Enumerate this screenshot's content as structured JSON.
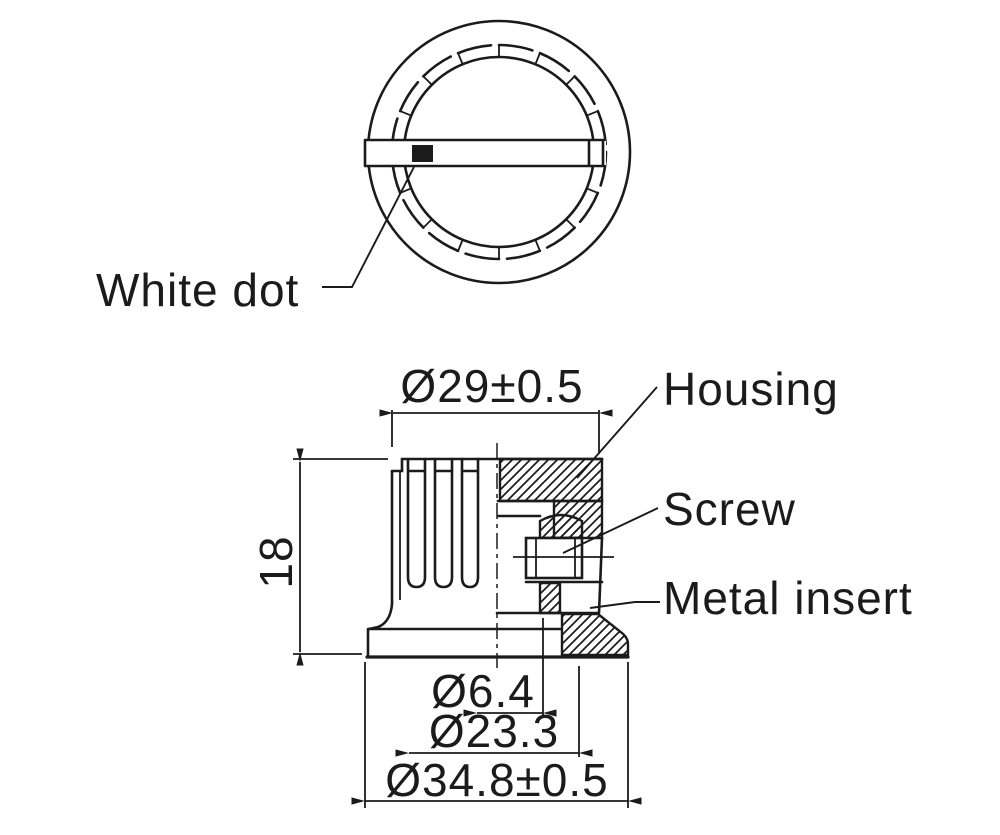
{
  "title": "Potentiometer knob technical drawing",
  "colors": {
    "ink": "#1b1b1b",
    "paper": "#ffffff"
  },
  "labels": {
    "white_dot": "White dot",
    "housing": "Housing",
    "screw": "Screw",
    "metal_insert": "Metal insert"
  },
  "dimensions": {
    "top_diameter": "Ø29±0.5",
    "height": "18",
    "hole_diameter": "Ø6.4",
    "insert_diameter": "Ø23.3",
    "base_diameter": "Ø34.8±0.5"
  }
}
